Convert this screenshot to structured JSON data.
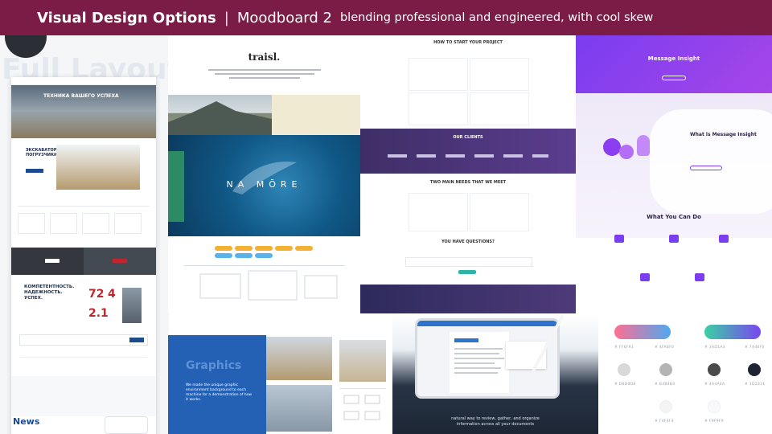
{
  "title": {
    "main": "Visual Design Options",
    "separator": "|",
    "subtitle": "Moodboard 2",
    "description": "blending professional and engineered, with cool skew"
  },
  "colors": {
    "title_bar": "#7a1c45",
    "purple_accent": "#7a3df0",
    "graphics_blue": "#2461b5"
  },
  "construction_panel": {
    "ghost_heading": "Full Layout",
    "hero_heading": "ТЕХНИКА ВАШЕГО УСПЕХА",
    "product_heading": "ЭКСКАВАТОРЫ-ПОГРУЗЧИКИ",
    "slogan": "КОМПЕТЕНТНОСТЬ. НАДЕЖНОСТЬ. УСПЕХ.",
    "stat_1": "72",
    "stat_2": "4",
    "stat_3": "2.1",
    "news_heading": "News"
  },
  "traisl_panel": {
    "logo": "traisl.",
    "ocean_word": "NA MŌRE"
  },
  "project_panel": {
    "heading_1": "HOW TO START YOUR PROJECT",
    "heading_2": "OUR CLIENTS",
    "heading_3": "TWO MAIN NEEDS THAT WE MEET",
    "heading_4": "YOU HAVE QUESTIONS?"
  },
  "insight_panel": {
    "title": "Message Insight",
    "what_is": "What is Message Insight",
    "what_you_can_do": "What You Can Do"
  },
  "graphics_panel": {
    "title": "Graphics",
    "description": "We made the unique graphic environment background to each machine for a demonstration of how it works."
  },
  "tablet_panel": {
    "caption_line1": "natural way to review, gather, and organize",
    "caption_line2": "information across all your documents"
  },
  "palette": {
    "gradient_1": [
      "#ff6f91",
      "#4fa8f0"
    ],
    "gradient_2": [
      "#3ad1a3",
      "#7a46f0"
    ],
    "row_1": [
      {
        "hex": "# FF6F91",
        "color": "#ff6f91"
      },
      {
        "hex": "# 4FA8F0",
        "color": "#4fa8f0"
      },
      {
        "hex": "# 3AD1A3",
        "color": "#3ad1a3"
      },
      {
        "hex": "# 7A46F0",
        "color": "#7a46f0"
      }
    ],
    "row_2": [
      {
        "hex": "# D8D8D8",
        "color": "#d8d8d8"
      },
      {
        "hex": "# B4B4B4",
        "color": "#b4b4b4"
      },
      {
        "hex": "# 4A4A4A",
        "color": "#4a4a4a"
      },
      {
        "hex": "# 1D2331",
        "color": "#1d2331"
      }
    ],
    "row_3": [
      {
        "hex": "# F4F4F4",
        "color": "#f4f4f4"
      },
      {
        "hex": "# F9F9F9",
        "color": "#f9f9f9"
      }
    ]
  }
}
